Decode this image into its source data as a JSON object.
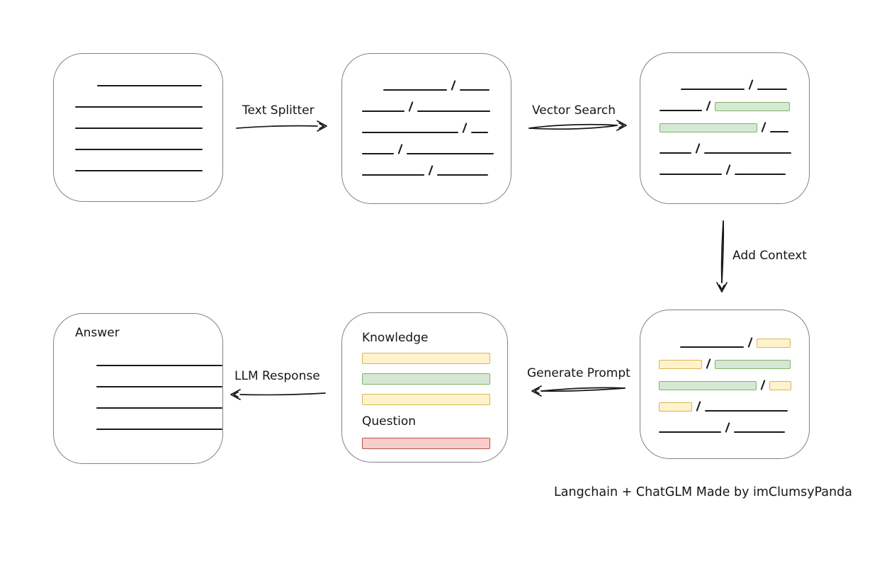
{
  "caption": "Langchain + ChatGLM Made by imClumsyPanda",
  "arrows": {
    "text_splitter": {
      "label": "Text Splitter"
    },
    "vector_search": {
      "label": "Vector Search"
    },
    "add_context": {
      "label": "Add Context"
    },
    "generate_prompt": {
      "label": "Generate Prompt"
    },
    "llm_response": {
      "label": "LLM Response"
    }
  },
  "colors": {
    "line": "#1a1a1a",
    "box_border": "#828282",
    "green_fill": "#d5e8d4",
    "green_border": "#82b366",
    "yellow_fill": "#fff2cc",
    "yellow_border": "#d6b656",
    "red_fill": "#f8cecc",
    "red_border": "#b85450"
  },
  "boxes": {
    "document": {
      "rows": [
        {
          "indent": 31,
          "segments": [
            [
              "line",
              148
            ]
          ]
        },
        {
          "segments": [
            [
              "line",
              180
            ]
          ]
        },
        {
          "segments": [
            [
              "line",
              180
            ]
          ]
        },
        {
          "segments": [
            [
              "line",
              180
            ]
          ]
        },
        {
          "segments": [
            [
              "line",
              180
            ]
          ]
        }
      ]
    },
    "chunks": {
      "rows": [
        {
          "indent": 30,
          "segments": [
            [
              "line",
              90
            ],
            [
              "slash"
            ],
            [
              "line",
              42
            ]
          ]
        },
        {
          "segments": [
            [
              "line",
              60
            ],
            [
              "slash"
            ],
            [
              "line",
              103
            ]
          ]
        },
        {
          "segments": [
            [
              "line",
              136
            ],
            [
              "slash"
            ],
            [
              "line",
              24
            ]
          ]
        },
        {
          "segments": [
            [
              "line",
              45
            ],
            [
              "slash"
            ],
            [
              "line",
              123
            ]
          ]
        },
        {
          "segments": [
            [
              "line",
              88
            ],
            [
              "slash"
            ],
            [
              "line",
              72
            ]
          ]
        }
      ]
    },
    "retrieved": {
      "rows": [
        {
          "indent": 30,
          "segments": [
            [
              "line",
              90
            ],
            [
              "slash"
            ],
            [
              "line",
              42
            ]
          ]
        },
        {
          "segments": [
            [
              "line",
              60
            ],
            [
              "slash"
            ],
            [
              "green",
              106
            ]
          ]
        },
        {
          "segments": [
            [
              "green",
              138
            ],
            [
              "slash"
            ],
            [
              "line",
              26
            ]
          ]
        },
        {
          "segments": [
            [
              "line",
              45
            ],
            [
              "slash"
            ],
            [
              "line",
              123
            ]
          ]
        },
        {
          "segments": [
            [
              "line",
              88
            ],
            [
              "slash"
            ],
            [
              "line",
              72
            ]
          ]
        }
      ]
    },
    "context": {
      "rows": [
        {
          "indent": 30,
          "segments": [
            [
              "line",
              90
            ],
            [
              "slash"
            ],
            [
              "yellow",
              48
            ]
          ]
        },
        {
          "segments": [
            [
              "yellow",
              61
            ],
            [
              "slash"
            ],
            [
              "green",
              107
            ]
          ]
        },
        {
          "segments": [
            [
              "green",
              138
            ],
            [
              "slash"
            ],
            [
              "yellow",
              31
            ]
          ]
        },
        {
          "segments": [
            [
              "yellow",
              47
            ],
            [
              "slash"
            ],
            [
              "line",
              117
            ]
          ]
        },
        {
          "segments": [
            [
              "line",
              88
            ],
            [
              "slash"
            ],
            [
              "line",
              72
            ]
          ]
        }
      ]
    },
    "prompt": {
      "knowledge_label": "Knowledge",
      "question_label": "Question",
      "knowledge_bars": [
        "yellow",
        "green",
        "yellow"
      ],
      "question_bars": [
        "red"
      ]
    },
    "answer": {
      "label": "Answer",
      "rows": [
        {
          "segments": [
            [
              "line",
              180
            ]
          ]
        },
        {
          "segments": [
            [
              "line",
              180
            ]
          ]
        },
        {
          "segments": [
            [
              "line",
              180
            ]
          ]
        },
        {
          "segments": [
            [
              "line",
              180
            ]
          ]
        }
      ]
    }
  }
}
